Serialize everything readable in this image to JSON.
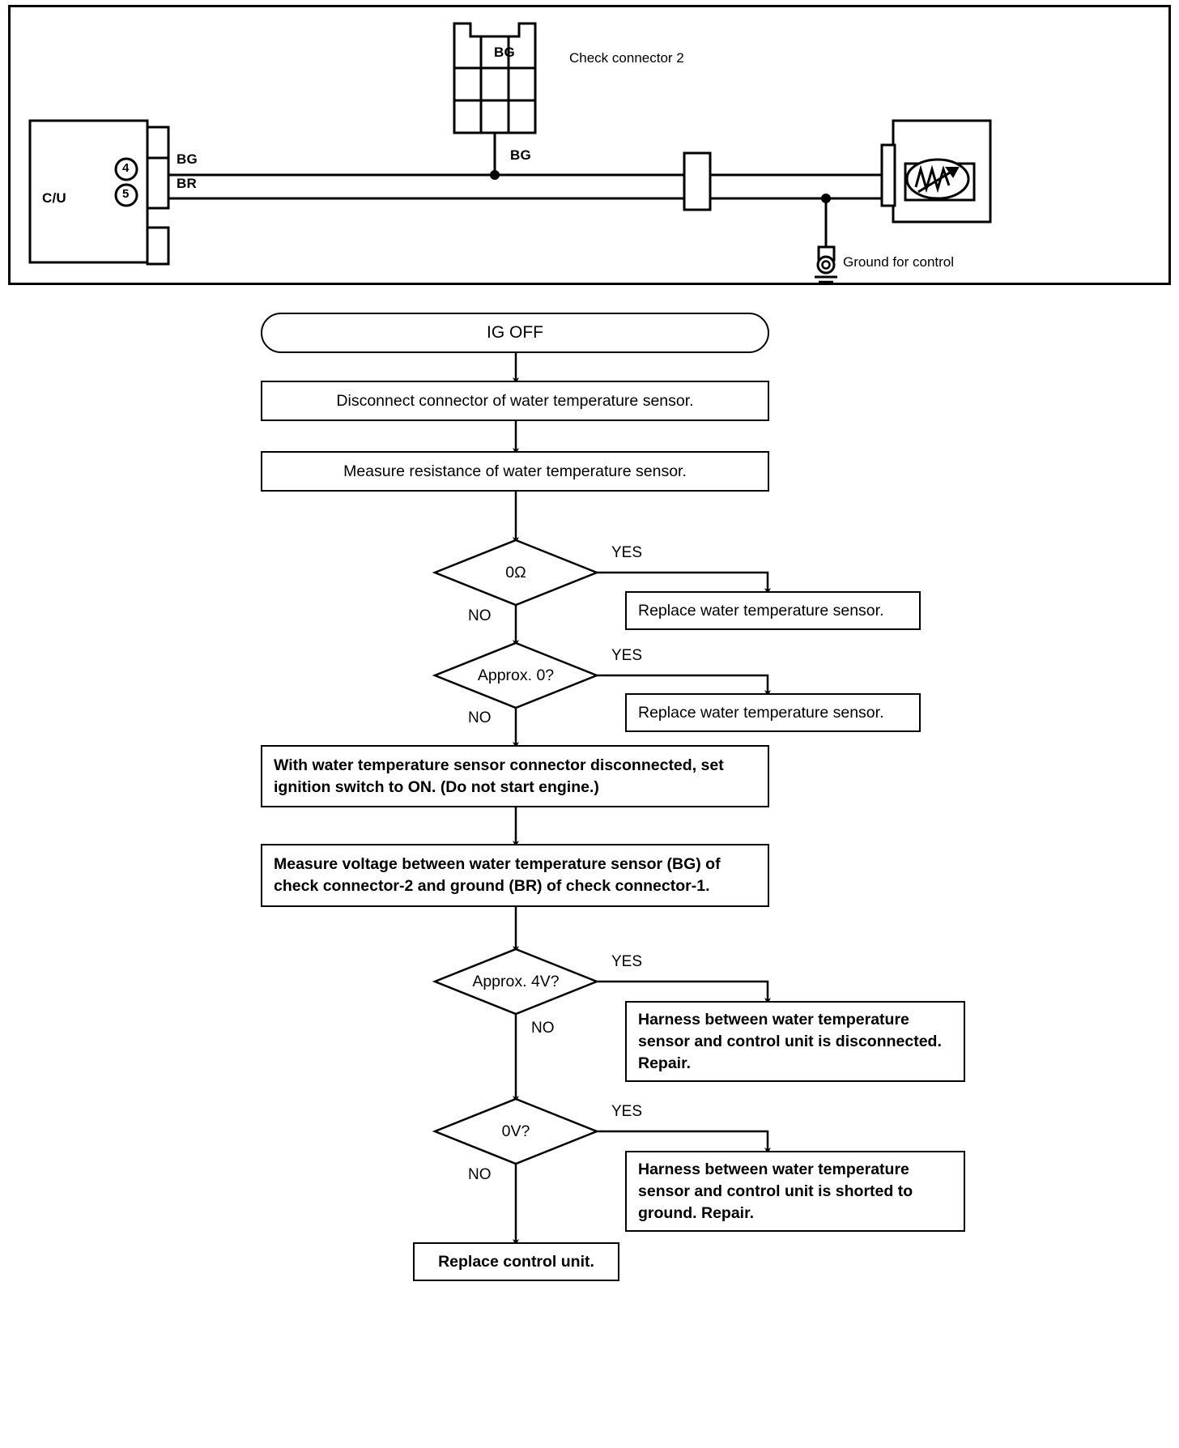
{
  "wiring": {
    "control_unit_label": "C/U",
    "pin_numbers": [
      "4",
      "5"
    ],
    "wire_colors": {
      "bg": "BG",
      "br": "BR"
    },
    "check_connector": {
      "cell_label": "BG",
      "title": "Check connector 2",
      "drop_wire_label": "BG",
      "rows": 3,
      "cols": 3
    },
    "ground_label": "Ground for control",
    "sensor_symbol": "thermistor"
  },
  "flowchart": {
    "start": "IG OFF",
    "steps": [
      "Disconnect connector of water temperature sensor.",
      "Measure resistance of water temperature sensor.",
      "With water temperature sensor connector disconnected, set\nignition switch to ON. (Do not start engine.)",
      "Measure voltage between water temperature sensor (BG) of\ncheck connector-2 and ground (BR) of check connector-1."
    ],
    "decisions": [
      {
        "label": "0Ω",
        "yes": "YES",
        "no": "NO"
      },
      {
        "label": "Approx. 0?",
        "yes": "YES",
        "no": "NO"
      },
      {
        "label": "Approx. 4V?",
        "yes": "YES",
        "no": "NO"
      },
      {
        "label": "0V?",
        "yes": "YES",
        "no": "NO"
      }
    ],
    "outcomes": [
      "Replace water temperature sensor.",
      "Replace water temperature sensor.",
      "Harness between water temperature\nsensor and control unit is disconnected.\nRepair.",
      "Harness between water temperature\nsensor and control unit is shorted to\nground. Repair."
    ],
    "final": "Replace control unit."
  },
  "colors": {
    "line": "#000000",
    "background": "#ffffff"
  }
}
